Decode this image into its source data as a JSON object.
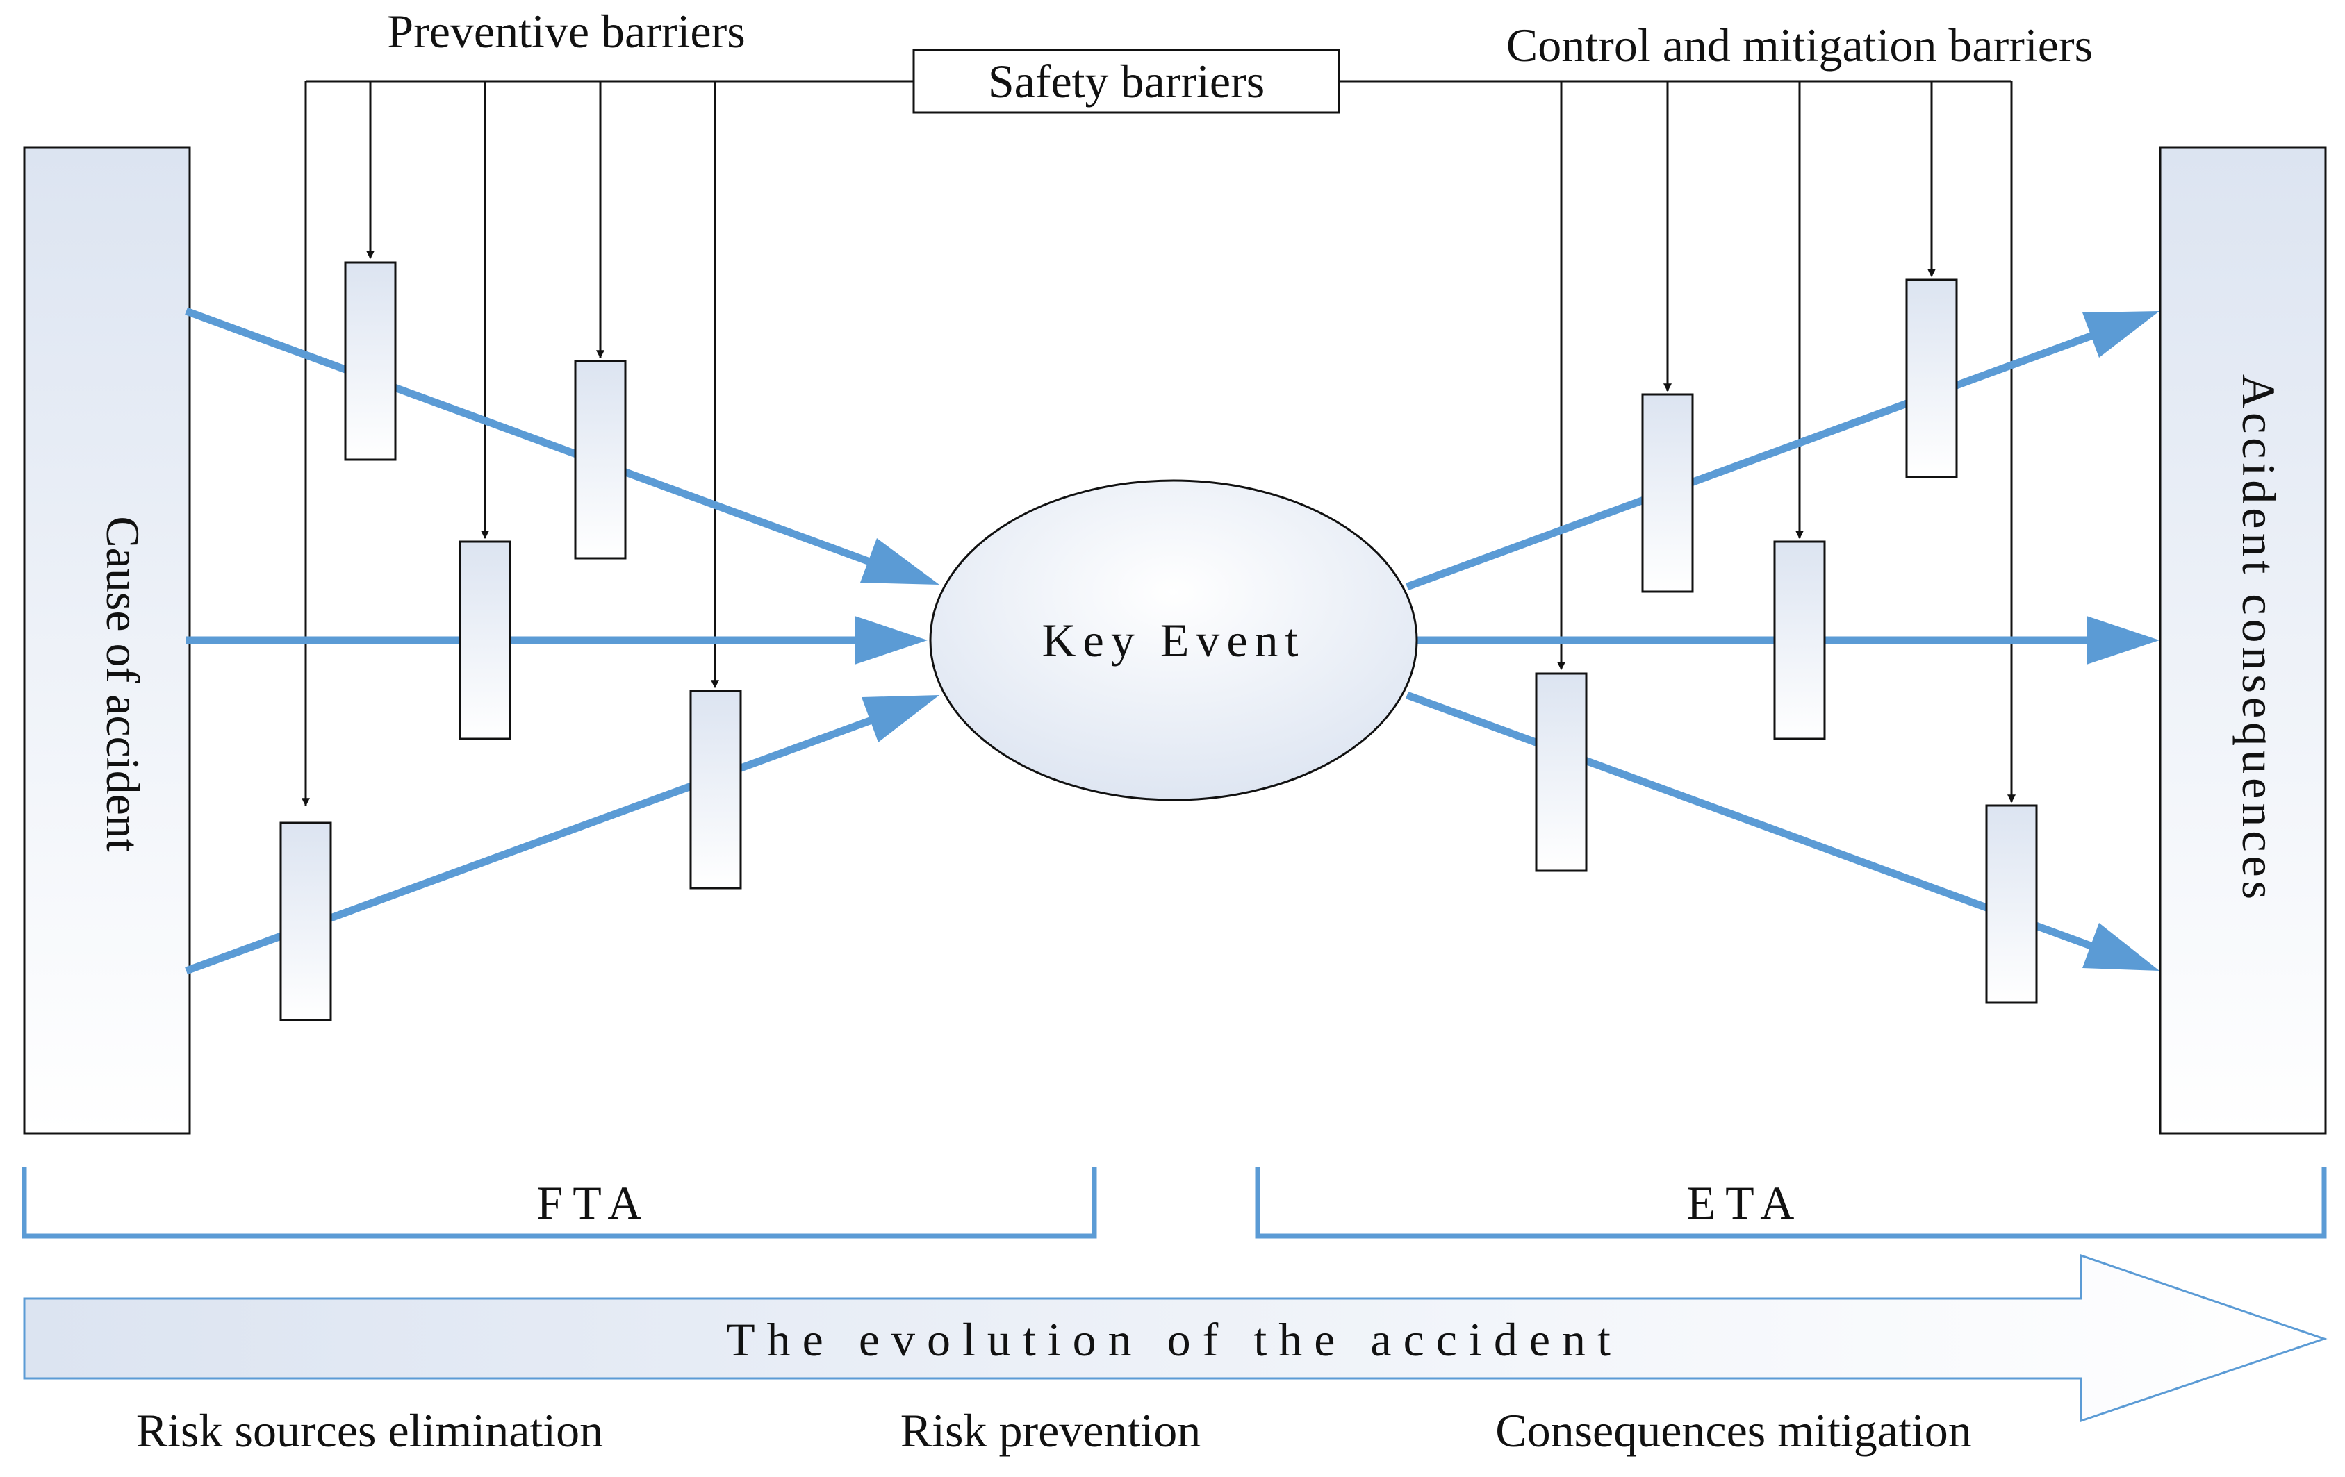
{
  "labels": {
    "preventive_barriers": "Preventive barriers",
    "safety_barriers": "Safety barriers",
    "control_mitigation_barriers": "Control and mitigation barriers",
    "cause_of_accident": "Cause of accident",
    "accident_consequences": "Accident consequences",
    "key_event": "Key Event",
    "fta": "FTA",
    "eta": "ETA",
    "evolution": "The evolution of the accident",
    "risk_sources_elimination": "Risk sources elimination",
    "risk_prevention": "Risk prevention",
    "consequences_mitigation": "Consequences mitigation"
  },
  "colors": {
    "flow_arrow": "#5b9bd5",
    "outline": "#111111",
    "box_fill_top": "#dfe6f2",
    "box_fill_bottom": "#ffffff",
    "bracket": "#5b9bd5"
  }
}
